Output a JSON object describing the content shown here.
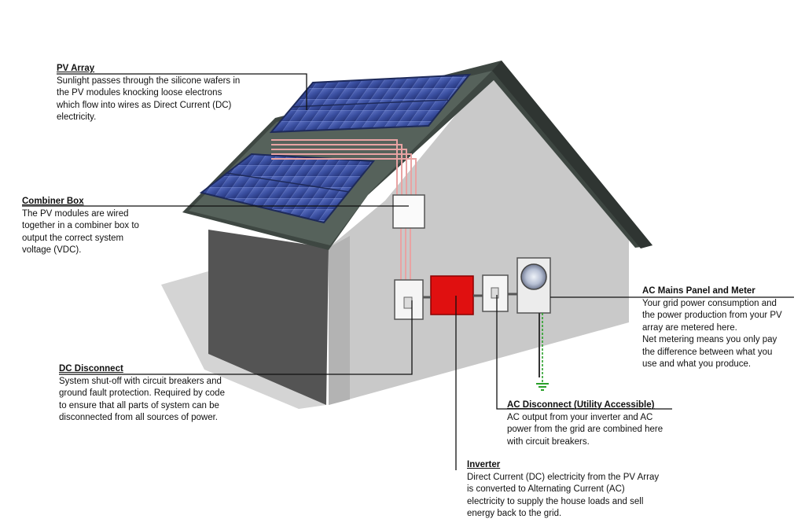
{
  "callouts": {
    "pv_array": {
      "title": "PV Array",
      "lines": [
        "Sunlight passes through the silicone wafers in",
        "the PV modules knocking loose electrons",
        "which flow into wires as Direct Current (DC)",
        "electricity."
      ]
    },
    "combiner_box": {
      "title": "Combiner Box",
      "lines": [
        "The PV modules are wired",
        "together in a combiner box to",
        "output the correct system",
        "voltage (VDC)."
      ]
    },
    "dc_disconnect": {
      "title": "DC Disconnect",
      "lines": [
        "System shut-off with circuit breakers and",
        "ground fault protection.  Required by code",
        "to ensure that all parts of system can be",
        "disconnected from all sources of power."
      ]
    },
    "ac_mains": {
      "title": "AC Mains Panel and Meter",
      "lines": [
        "Your grid power consumption and",
        "the power production from your PV",
        "array are metered here.",
        "Net metering means you only pay",
        "the difference between what you",
        "use and what you produce."
      ]
    },
    "ac_disconnect": {
      "title": "AC Disconnect (Utility Accessible)",
      "lines": [
        "AC output from your inverter and AC",
        "power from the grid are combined here",
        "with circuit breakers."
      ]
    },
    "inverter": {
      "title": "Inverter",
      "lines": [
        "Direct Current (DC) electricity from the PV Array",
        "is converted to Alternating Current (AC)",
        "electricity to supply the house loads and sell",
        "energy back to the grid."
      ]
    }
  },
  "colors": {
    "roof": "#3f4a44",
    "wall_front": "#c8c8c8",
    "wall_side": "#5a5a5a",
    "panel": "#3a4fa0",
    "wire": "#e8a3a3",
    "inverter": "#e01010",
    "ground": "#2aa02a"
  }
}
